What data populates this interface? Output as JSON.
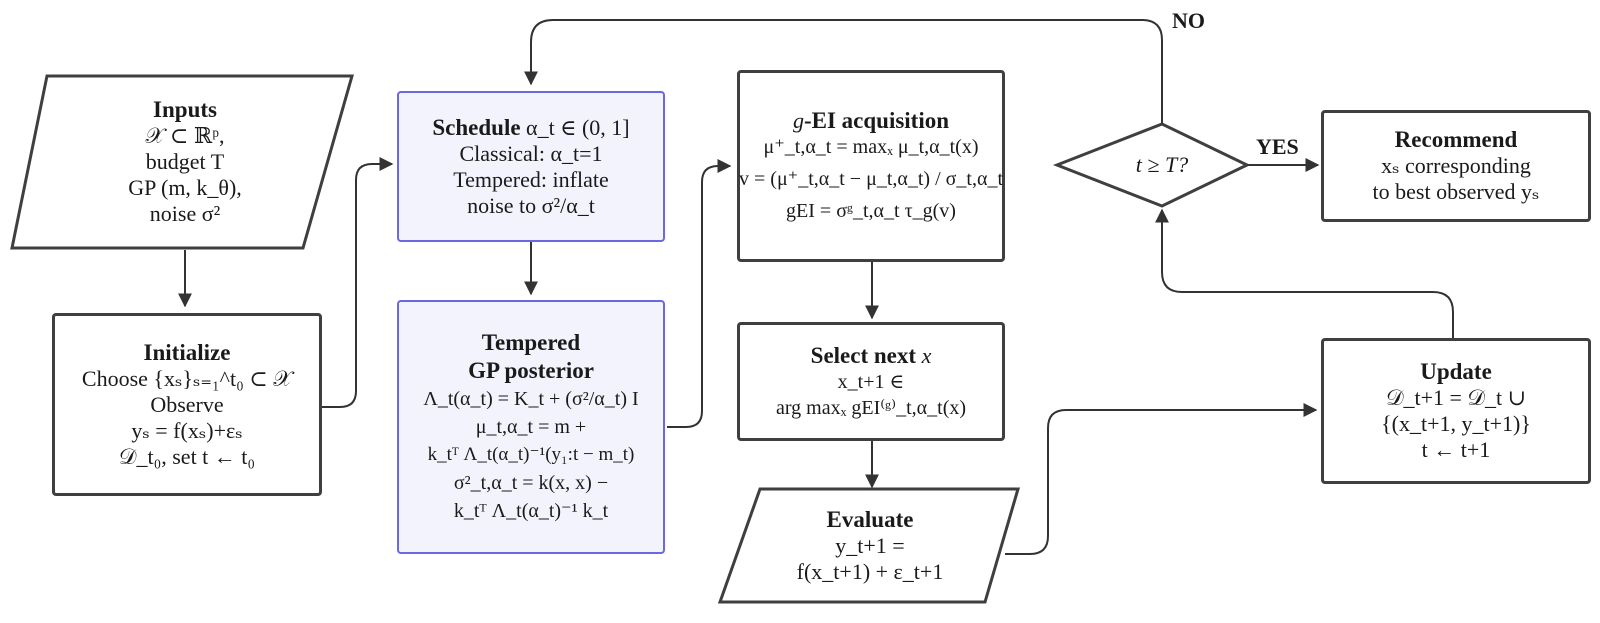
{
  "diagram": {
    "nodes": {
      "inputs": {
        "title": "Inputs",
        "lines": [
          "𝒳 ⊂ ℝᵖ,",
          "budget T",
          "GP (m, k_θ),",
          "noise σ²"
        ]
      },
      "initialize": {
        "title": "Initialize",
        "lines": [
          "Choose {xₛ}ₛ₌₁^t₀ ⊂ 𝒳",
          "Observe",
          "yₛ = f(xₛ)+εₛ",
          "𝒟_t₀, set t ← t₀"
        ]
      },
      "schedule": {
        "title": "Schedule",
        "title_suffix": "α_t ∈ (0, 1]",
        "lines": [
          "Classical:  α_t=1",
          "Tempered:  inflate",
          "noise to σ²/α_t"
        ]
      },
      "tempered": {
        "title_line1": "Tempered",
        "title_line2": "GP posterior",
        "lines": [
          "Λ_t(α_t) = K_t + (σ²/α_t) I",
          "μ_t,α_t  =  m +",
          "k_tᵀ Λ_t(α_t)⁻¹(y₁:t − m_t)",
          "σ²_t,α_t = k(x, x) −",
          "k_tᵀ Λ_t(α_t)⁻¹ k_t"
        ]
      },
      "gei": {
        "title_prefix": "g",
        "title": "-EI acquisition",
        "lines": [
          "μ⁺_t,α_t = maxₓ μ_t,α_t(x)",
          "v  =  (μ⁺_t,α_t − μ_t,α_t) / σ_t,α_t",
          "gEI = σᵍ_t,α_t τ_g(v)"
        ]
      },
      "select": {
        "title": "Select next",
        "title_suffix": "x",
        "lines": [
          "x_t+1   ∈",
          "arg maxₓ  gEI⁽ᵍ⁾_t,α_t(x)"
        ]
      },
      "evaluate": {
        "title": "Evaluate",
        "lines": [
          "y_t+1   =",
          "f(x_t+1) + ε_t+1"
        ]
      },
      "decision": {
        "text": "t ≥ T?"
      },
      "recommend": {
        "title": "Recommend",
        "lines": [
          "xₛ corresponding",
          "to best observed yₛ"
        ]
      },
      "update": {
        "title": "Update",
        "lines": [
          "𝒟_t+1  =  𝒟_t ∪",
          "{(x_t+1, y_t+1)}",
          "t  ←  t+1"
        ]
      }
    },
    "edge_labels": {
      "no": "NO",
      "yes": "YES"
    },
    "colors": {
      "stroke": "#3f3f3f",
      "highlight_border": "#6b68e0",
      "highlight_fill": "#f3f3fe"
    }
  }
}
